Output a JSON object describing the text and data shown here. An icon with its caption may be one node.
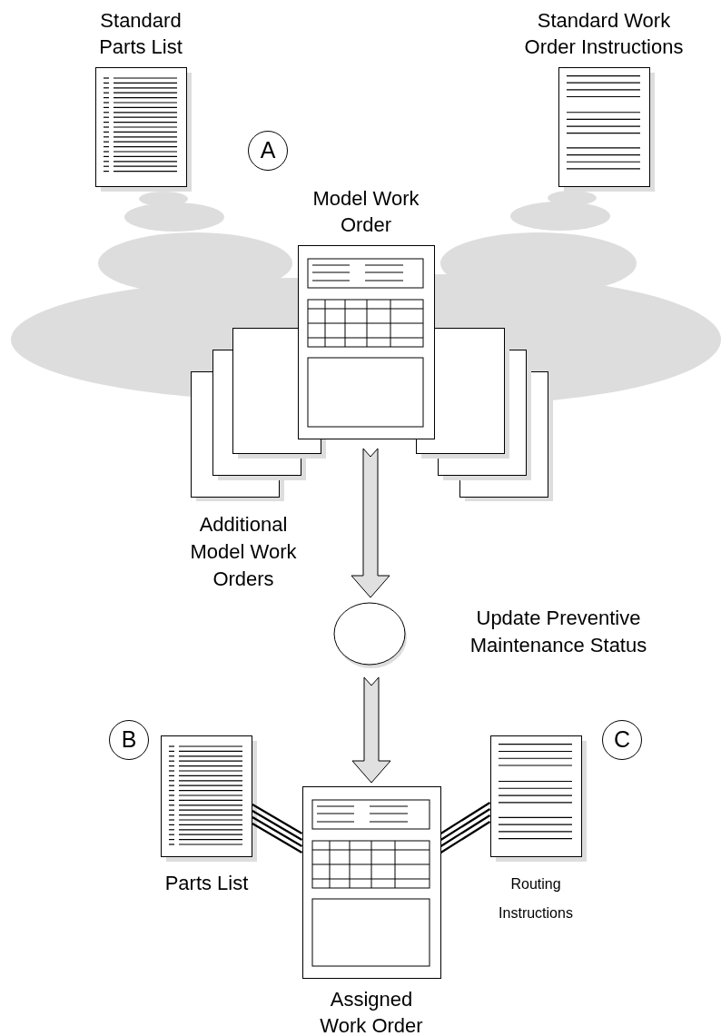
{
  "diagram": {
    "nodes": [
      {
        "text": [
          "Standard Parts List"
        ]
      },
      {
        "text": [
          "Standard Work Order Instructions"
        ]
      },
      {
        "text": [
          "Model Work Order"
        ]
      },
      {
        "text": [
          "Additional Model Work Orders"
        ]
      },
      {
        "text": [],
        "shape": "picture"
      },
      {
        "text": [],
        "shape": "circle",
        "beside": [
          "Update Preventive Maintenance Status"
        ]
      },
      {
        "text": [
          "Parts List"
        ]
      },
      {
        "text": [
          "Assigned Work Order"
        ]
      },
      {
        "text": [
          "Routing Instructions"
        ]
      }
    ],
    "edges": [
      {
        "from": 2,
        "to": 5,
        "arrow": "to",
        "style": "thick"
      },
      {
        "from": 5,
        "to": 7,
        "arrow": "to",
        "style": "thick"
      },
      {
        "from": 6,
        "to": 7,
        "arrow": "none"
      },
      {
        "from": 7,
        "to": 8,
        "arrow": "none"
      }
    ],
    "labels": [
      "A",
      "B",
      "C"
    ]
  }
}
